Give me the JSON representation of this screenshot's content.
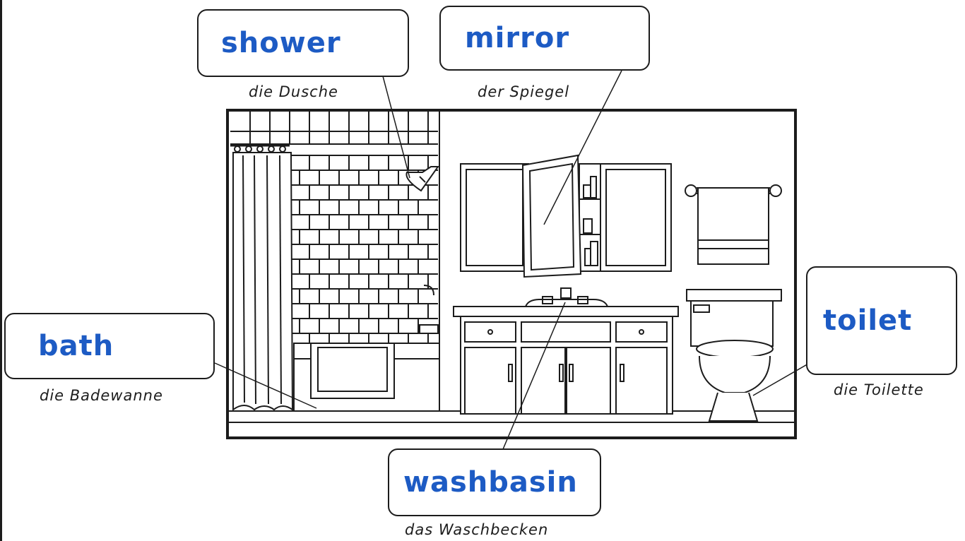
{
  "labels": {
    "shower": {
      "en": "shower",
      "de": "die Dusche"
    },
    "mirror": {
      "en": "mirror",
      "de": "der Spiegel"
    },
    "bath": {
      "en": "bath",
      "de": "die Badewanne"
    },
    "toilet": {
      "en": "toilet",
      "de": "die Toilette"
    },
    "washbasin": {
      "en": "washbasin",
      "de": "das Waschbecken"
    }
  },
  "colors": {
    "english_word": "#1d5bc4",
    "outline": "#1c1c1c"
  }
}
